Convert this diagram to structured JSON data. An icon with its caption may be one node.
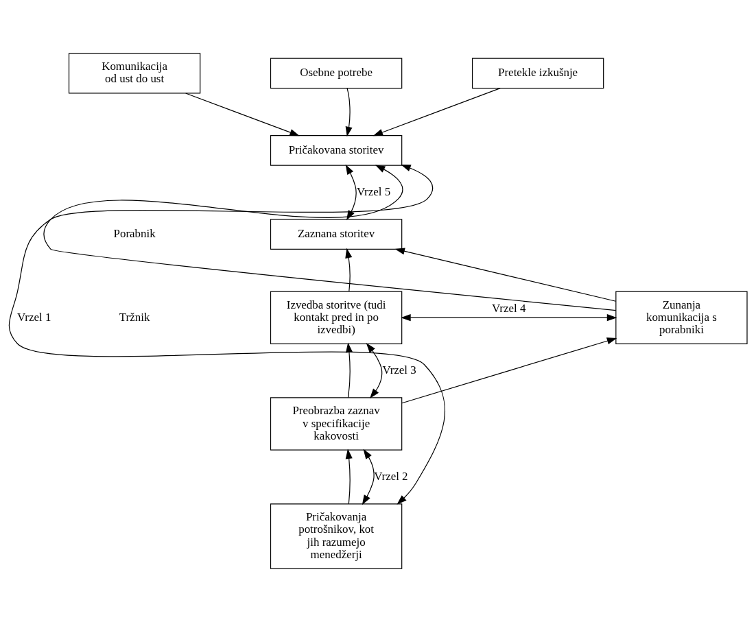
{
  "diagram": {
    "nodes": [
      {
        "text": [
          "Komunikacija od ust do ust"
        ]
      },
      {
        "text": [
          "Osebne potrebe"
        ]
      },
      {
        "text": [
          "Pretekle izkušnje"
        ]
      },
      {
        "text": [
          "Pričakovana storitev"
        ]
      },
      {
        "text": [
          "Zaznana storitev"
        ]
      },
      {
        "text": [
          "Izvedba storitve (tudi kontakt pred in po izvedbi)"
        ]
      },
      {
        "text": [
          "Zunanja komunikacija s porabniki"
        ]
      },
      {
        "text": [
          "Preobrazba zaznav v specifikacije kakovosti"
        ]
      },
      {
        "text": [
          "Pričakovanja potrošnikov, kot jih razumejo menedžerji"
        ]
      }
    ],
    "edges": [
      {
        "from": 0,
        "to": 3,
        "arrow": "to"
      },
      {
        "from": 1,
        "to": 3,
        "arrow": "to"
      },
      {
        "from": 2,
        "to": 3,
        "arrow": "to"
      },
      {
        "from": 3,
        "to": 4,
        "arrow": "both",
        "label": "Vrzel 5"
      },
      {
        "from": 6,
        "to": 3,
        "arrow": "to"
      },
      {
        "from": 6,
        "to": 4,
        "arrow": "to"
      },
      {
        "from": 5,
        "to": 4,
        "arrow": "to"
      },
      {
        "from": 5,
        "to": 6,
        "arrow": "both",
        "label": "Vrzel 4"
      },
      {
        "from": 8,
        "to": 3,
        "arrow": "both",
        "label": "Vrzel 1"
      },
      {
        "from": 7,
        "to": 5,
        "arrow": "both",
        "label": "Vrzel 3"
      },
      {
        "from": 7,
        "to": 5,
        "arrow": "to"
      },
      {
        "from": 7,
        "to": 6,
        "arrow": "to"
      },
      {
        "from": 8,
        "to": 7,
        "arrow": "both",
        "label": "Vrzel 2"
      },
      {
        "from": 8,
        "to": 7,
        "arrow": "to"
      }
    ],
    "labels": [
      "Porabnik",
      "Tržnik"
    ]
  }
}
